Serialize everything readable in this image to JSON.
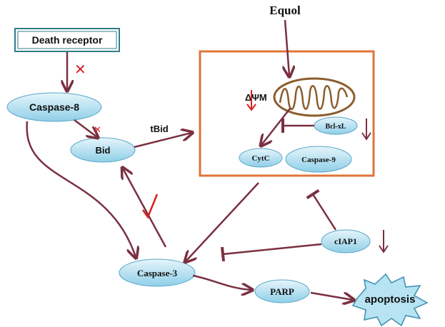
{
  "nodes": {
    "equol": "Equol",
    "death_receptor": "Death receptor",
    "caspase8": "Caspase-8",
    "bid": "Bid",
    "tbid": "tBid",
    "delta_psi_m": "ΔΨM",
    "bclxl": "Bcl-xL",
    "cytc": "CytC",
    "caspase9": "Caspase-9",
    "ciap1": "cIAP1",
    "caspase3": "Caspase-3",
    "parp": "PARP",
    "apoptosis": "apoptosis"
  },
  "colors": {
    "arrow": "#7a3040",
    "ellipse_fill_top": "#e6f5fb",
    "ellipse_fill_bottom": "#8fcfe8",
    "ellipse_stroke": "#5aa6c6",
    "box_stroke": "#e2743a",
    "mito_stroke": "#8b5e2e",
    "cross": "#d81f1f",
    "check": "#d81f1f",
    "receptor_border": "#2f7d8a",
    "star_fill": "#b7e3f2",
    "star_stroke": "#3a8fb0"
  },
  "markers": {
    "inhibited_symbol": "✕",
    "activated_symbol": "✓"
  }
}
